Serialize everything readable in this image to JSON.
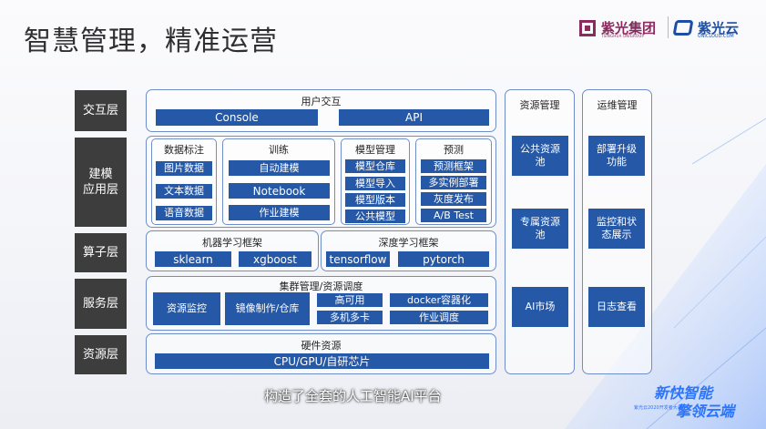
{
  "page_title": "智慧管理，精准运营",
  "logos": {
    "unigroup_name": "紫光集团",
    "unigroup_sub": "TSINGHUA UNIGROUP",
    "cloud_name": "紫光云",
    "cloud_sub": "UNICLOUD.COM"
  },
  "colors": {
    "accent": "#2558a7",
    "layer_bg": "#3d3d3d",
    "panel_border": "#6f8ec9"
  },
  "layers": [
    "交互层",
    "建模\n应用层",
    "算子层",
    "服务层",
    "资源层"
  ],
  "interaction": {
    "title": "用户交互",
    "items": [
      "Console",
      "API"
    ]
  },
  "modeling": {
    "annotation": {
      "title": "数据标注",
      "items": [
        "图片数据",
        "文本数据",
        "语音数据"
      ]
    },
    "training": {
      "title": "训练",
      "items": [
        "自动建模",
        "Notebook",
        "作业建模"
      ]
    },
    "model_mgmt": {
      "title": "模型管理",
      "items": [
        "模型仓库",
        "模型导入",
        "模型版本",
        "公共模型"
      ]
    },
    "prediction": {
      "title": "预测",
      "items": [
        "预测框架",
        "多实例部署",
        "灰度发布",
        "A/B Test"
      ]
    }
  },
  "operators": {
    "ml": {
      "title": "机器学习框架",
      "items": [
        "sklearn",
        "xgboost"
      ]
    },
    "dl": {
      "title": "深度学习框架",
      "items": [
        "tensorflow",
        "pytorch"
      ]
    }
  },
  "service": {
    "title": "集群管理/资源调度",
    "items": [
      "资源监控",
      "镜像制作/仓库",
      "高可用",
      "多机多卡",
      "docker容器化",
      "作业调度"
    ]
  },
  "resource": {
    "title": "硬件资源",
    "items": [
      "CPU/GPU/自研芯片"
    ]
  },
  "resource_mgmt": {
    "title": "资源管理",
    "items": [
      "公共资源池",
      "专属资源池",
      "AI市场"
    ]
  },
  "ops_mgmt": {
    "title": "运维管理",
    "items": [
      "部署升级功能",
      "监控和状态展示",
      "日志查看"
    ]
  },
  "caption": "构造了全套的人工智能AI平台",
  "slogan": {
    "line1": "新快智能",
    "line2": "擎领云端",
    "small": "紫光云2020开发者大会"
  }
}
